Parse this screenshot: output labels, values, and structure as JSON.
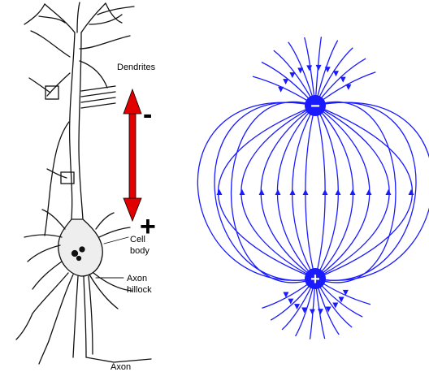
{
  "neuron": {
    "labels": {
      "dendrites": "Dendrites",
      "cell": "Cell",
      "body": "body",
      "axon_word": "Axon",
      "hillock": "hillock",
      "axon": "Axon"
    },
    "signs": {
      "minus": "-",
      "plus": "+"
    },
    "arrow_color": "#e00000"
  },
  "field": {
    "line_color": "#1a1aff",
    "charge_color": "#1a1aff",
    "top_charge": "−",
    "bottom_charge": "+"
  }
}
